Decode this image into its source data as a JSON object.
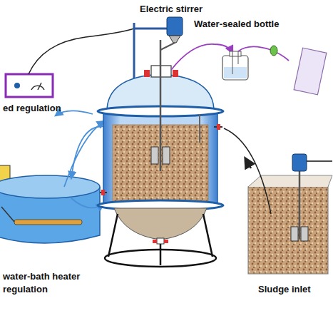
{
  "diagram": {
    "labels": [
      "Electric stirrer",
      "Water-sealed bottle",
      "ed regulation",
      "water-bath heater regulation",
      "Sludge inlet"
    ]
  }
}
